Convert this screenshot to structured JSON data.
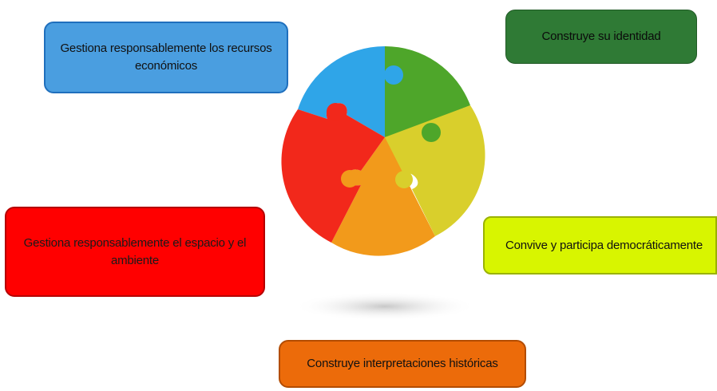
{
  "cards": {
    "recursos": "Gestiona responsablemente los recursos económicos",
    "identidad": "Construye su identidad",
    "espacio": "Gestiona responsablemente el espacio y el ambiente",
    "convive": "Convive y participa democráticamente",
    "historicas": "Construye interpretaciones históricas"
  },
  "puzzle_colors": {
    "blue": "#2fa5e8",
    "green": "#4ea62a",
    "yellow": "#d9cf2c",
    "orange": "#f29a1b",
    "red": "#f2281b"
  }
}
